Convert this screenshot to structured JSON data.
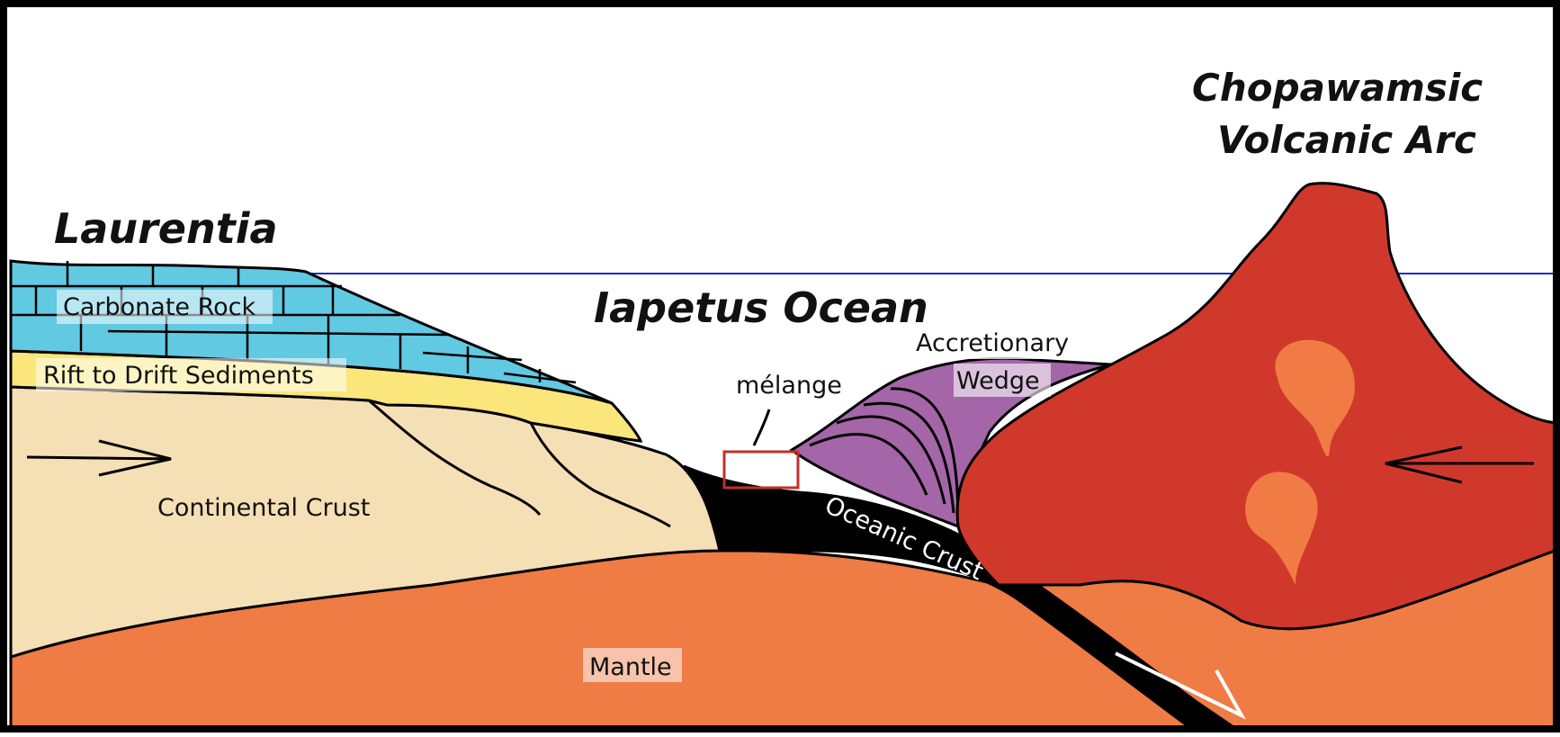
{
  "titles": {
    "laurentia": "Laurentia",
    "iapetus": "Iapetus Ocean",
    "arc_line1": "Chopawamsic",
    "arc_line2": "Volcanic Arc"
  },
  "labels": {
    "carbonate": "Carbonate Rock",
    "rift": "Rift to Drift Sediments",
    "continental": "Continental Crust",
    "melange": "mélange",
    "accretionary_line1": "Accretionary",
    "accretionary_line2": "Wedge",
    "oceanic": "Oceanic Crust",
    "mantle": "Mantle"
  },
  "colors": {
    "carbonate": "#62c9e2",
    "rift": "#fbe67b",
    "continental": "#f5dfb5",
    "mantle": "#ef7b45",
    "oceanic_crust": "#000000",
    "accretionary": "#a466a8",
    "volcano": "#d1382c",
    "magma": "#f07b44",
    "sea_level": "#1c2bd0",
    "melange_box": "#c0302a"
  }
}
